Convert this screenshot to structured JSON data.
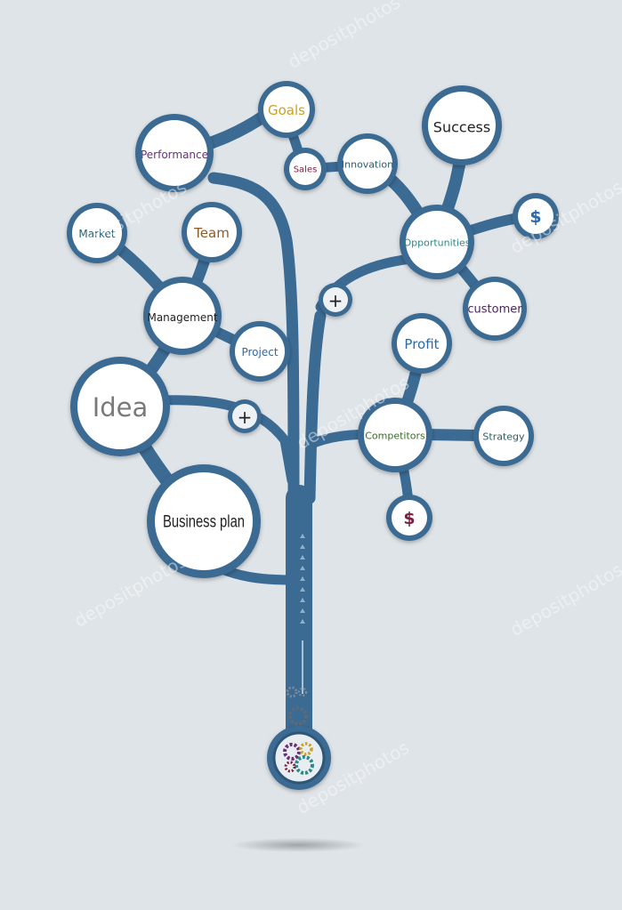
{
  "colors": {
    "background": "#dfe4e8",
    "tree": "#3b6a93",
    "tree_dark": "#2e5679",
    "node_fill": "#ffffff",
    "purple": "#6a2f7a",
    "gold": "#c9a227",
    "teal": "#2b8a8a",
    "dark_teal": "#2c5f6f",
    "brown": "#8b5a2b",
    "maroon": "#7a1f3d",
    "blue": "#2b6aa8",
    "green": "#3c6a2a",
    "gray": "#7a7a7a",
    "black": "#222222"
  },
  "nodes": {
    "performance": "Performance",
    "goals": "Goals",
    "sales": "Sales",
    "innovation": "Innovation",
    "success": "Success",
    "dollar_top": "$",
    "opportunities": "Opportunities",
    "customer": "customer",
    "profit": "Profit",
    "competitors": "Competitors",
    "strategy": "Strategy",
    "dollar_bottom": "$",
    "market": "Market",
    "team": "Team",
    "management": "Management",
    "project": "Project",
    "idea": "Idea",
    "business_plan": "Business plan",
    "plus_upper": "+",
    "plus_lower": "+"
  },
  "watermark": "depositphotos"
}
